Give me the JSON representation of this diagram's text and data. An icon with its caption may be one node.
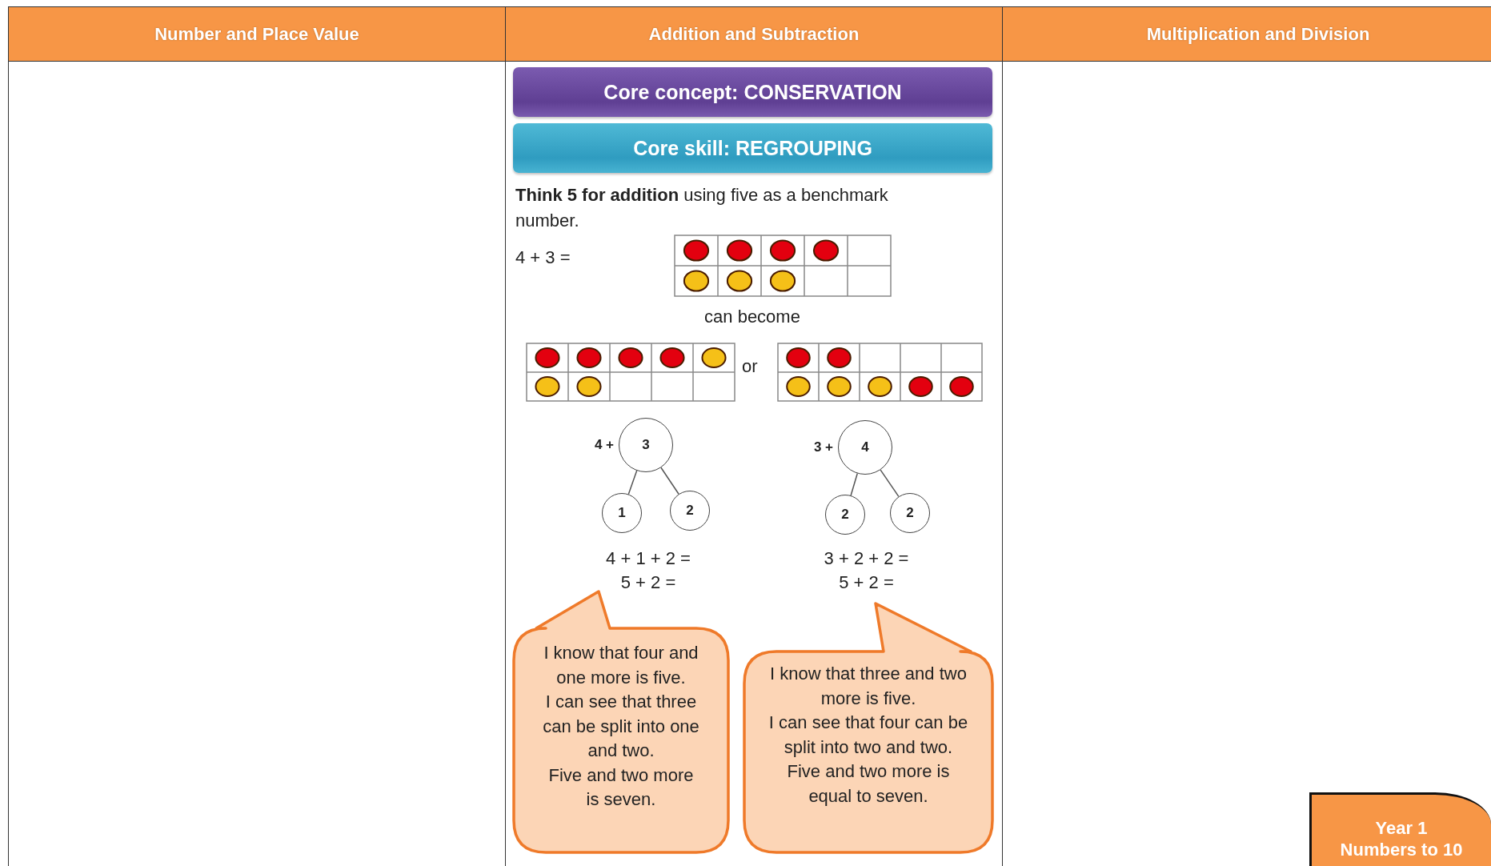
{
  "diagram": {
    "nodes": [
      {
        "text": [
          "Number and Place Value"
        ]
      },
      {
        "text": [
          "Addition and Subtraction"
        ]
      },
      {
        "text": [
          "Multiplication and Division"
        ]
      },
      {
        "text": [
          "Core concept: CONSERVATION"
        ]
      },
      {
        "text": [
          "Core skill: REGROUPING"
        ]
      },
      {
        "text": [
          "3"
        ],
        "beside": [
          "4 +"
        ]
      },
      {
        "text": [
          "1"
        ]
      },
      {
        "text": [
          "2"
        ]
      },
      {
        "text": [
          "4"
        ],
        "beside": [
          "3 +"
        ]
      },
      {
        "text": [
          "2"
        ]
      },
      {
        "text": [
          "2"
        ]
      },
      {
        "text": [
          "I know that four and one more is five.",
          "I can see that three can be split into one and two.",
          "Five and two more is seven."
        ]
      },
      {
        "text": [
          "I know that three and two more is five.",
          "I can see that four can be split into two and two.",
          "Five and two more is equal to seven."
        ]
      },
      {
        "text": [
          "Year 1",
          "Numbers to 10"
        ]
      }
    ],
    "edges": [
      {
        "from": 5,
        "to": 6,
        "arrow": "none"
      },
      {
        "from": 5,
        "to": 7,
        "arrow": "none"
      },
      {
        "from": 8,
        "to": 9,
        "arrow": "none"
      },
      {
        "from": 8,
        "to": 10,
        "arrow": "none"
      }
    ],
    "labels": [
      "**Think 5 for addition** using five as a benchmark number.",
      "4 + 3 =",
      "can become",
      "or",
      "4 + 1 + 2 =",
      "5 + 2 =",
      "3 + 2 + 2 =",
      "5 + 2 ="
    ]
  }
}
